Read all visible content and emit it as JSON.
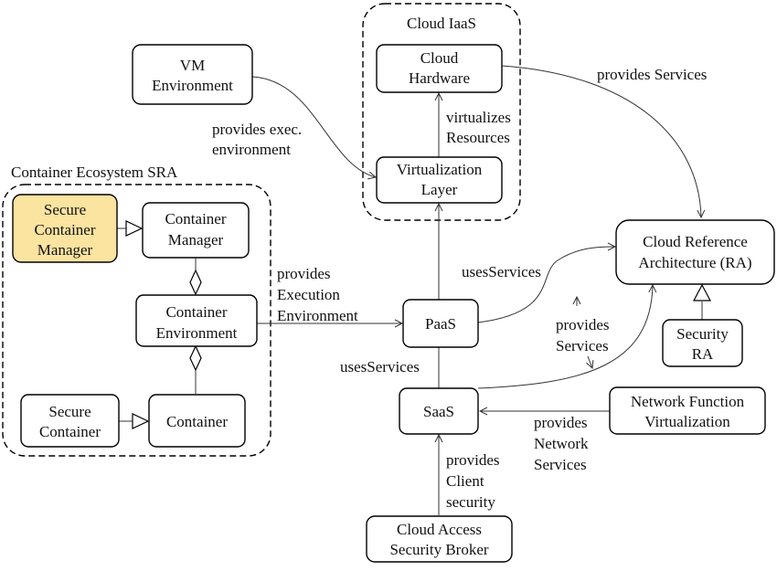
{
  "colors": {
    "highlight_fill": "#fbe3a0",
    "box_fill": "#ffffff",
    "stroke": "#000000"
  },
  "packages": {
    "cloud_iaas": "Cloud IaaS",
    "container_ecosystem": "Container Ecosystem SRA"
  },
  "nodes": {
    "vm_environment": [
      "VM",
      "Environment"
    ],
    "cloud_hardware": [
      "Cloud",
      "Hardware"
    ],
    "virtualization_layer": [
      "Virtualization",
      "Layer"
    ],
    "cloud_ra": [
      "Cloud Reference",
      "Architecture (RA)"
    ],
    "security_ra": [
      "Security",
      "RA"
    ],
    "secure_container_manager": [
      "Secure",
      "Container",
      "Manager"
    ],
    "container_manager": [
      "Container",
      "Manager"
    ],
    "container_environment": [
      "Container",
      "Environment"
    ],
    "secure_container": [
      "Secure",
      "Container"
    ],
    "container": [
      "Container"
    ],
    "paas": [
      "PaaS"
    ],
    "saas": [
      "SaaS"
    ],
    "nfv": [
      "Network Function",
      "Virtualization"
    ],
    "casb": [
      "Cloud Access",
      "Security Broker"
    ]
  },
  "edge_labels": {
    "provides_services": [
      "provides Services"
    ],
    "provides_exec_environment": [
      "provides exec.",
      "environment"
    ],
    "virtualizes_resources": [
      "virtualizes",
      "Resources"
    ],
    "provides_execution_environment": [
      "provides",
      "Execution",
      "Environment"
    ],
    "uses_services_paas": [
      "usesServices"
    ],
    "uses_services_saas": [
      "usesServices"
    ],
    "provides_services_saas": [
      "provides",
      "Services"
    ],
    "provides_network_services": [
      "provides",
      "Network",
      "Services"
    ],
    "provides_client_security": [
      "provides",
      "Client",
      "security"
    ]
  }
}
